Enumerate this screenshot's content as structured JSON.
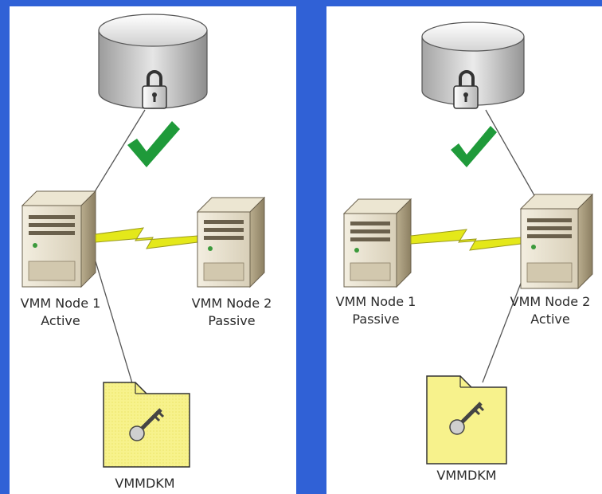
{
  "left_panel": {
    "node1": {
      "name": "VMM Node 1",
      "role": "Active"
    },
    "node2": {
      "name": "VMM Node 2",
      "role": "Passive"
    },
    "folder_label": "VMMDKM"
  },
  "right_panel": {
    "node1": {
      "name": "VMM Node 1",
      "role": "Passive"
    },
    "node2": {
      "name": "VMM Node 2",
      "role": "Active"
    },
    "folder_label": "VMMDKM"
  },
  "colors": {
    "background": "#3061d6",
    "panel": "#ffffff",
    "check": "#1f9a3a",
    "heartbeat": "#e4e81a",
    "folder": "#f7f28c"
  },
  "icons": [
    "database-icon",
    "lock-icon",
    "check-icon",
    "server-icon",
    "lightning-icon",
    "folder-icon",
    "key-icon"
  ]
}
